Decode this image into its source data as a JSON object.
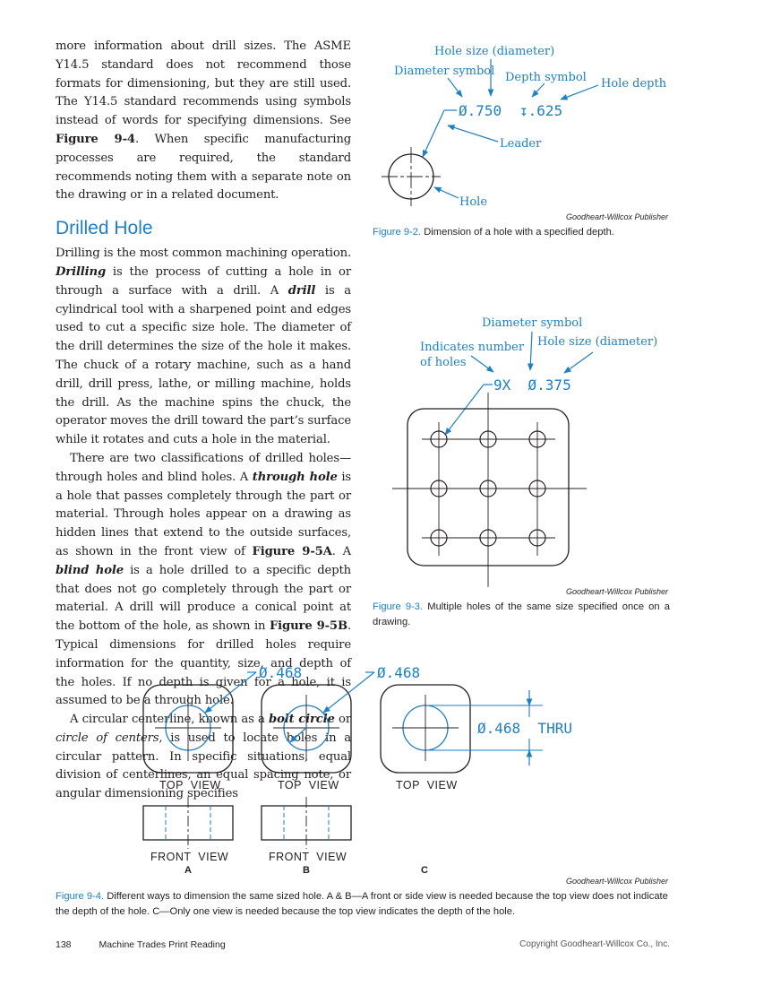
{
  "body": {
    "para1_a": "more information about drill sizes. The ASME Y14.5 standard does not recommend those formats for dimensioning, but they are still used. The Y14.5 standard recommends using symbols instead of words for specifying dimensions. See ",
    "para1_ref": "Figure 9-4",
    "para1_b": ". When specific manufacturing processes are required, the standard recommends noting them with a separate note on the drawing or in a related document.",
    "section_heading": "Drilled Hole",
    "para2_a": "Drilling is the most common machining operation. ",
    "para2_term": "Drilling",
    "para2_b": " is the process of cutting a hole in or through a surface with a drill. A ",
    "para2_term2": "drill",
    "para2_c": " is a cylindrical tool with a sharpened point and edges used to cut a specific size hole. The diameter of the drill determines the size of the hole it makes. The chuck of a rotary machine, such as a hand drill, drill press, lathe, or milling machine, holds the drill. As the machine spins the chuck, the operator moves the drill toward the part’s surface while it rotates and cuts a hole in the material.",
    "para3_a": "There are two classifications of drilled holes—through holes and blind holes. A ",
    "para3_term": "through hole",
    "para3_b": " is a hole that passes completely through the part or material. Through holes appear on a drawing as hidden lines that extend to the outside surfaces, as shown in the front view of ",
    "para3_ref1": "Figure 9-5A",
    "para3_c": ". A ",
    "para3_term2": "blind hole",
    "para3_d": " is a hole drilled to a specific depth that does not go completely through the part or material. A drill will produce a conical point at the bottom of the hole, as shown in ",
    "para3_ref2": "Figure 9-5B",
    "para3_e": ". Typical dimensions for drilled holes require information for the quantity, size, and depth of the holes. If no depth is given for a hole, it is assumed to be a through hole.",
    "para4_a": "A circular centerline, known as a ",
    "para4_term": "bolt circle",
    "para4_b": " or ",
    "para4_term2": "circle of centers",
    "para4_c": ", is used to locate holes in a circular pattern. In specific situations, equal division of centerlines, an equal spacing note, or angular dimensioning specifies"
  },
  "fig92": {
    "label_hole_size": "Hole size (diameter)",
    "label_diameter_symbol": "Diameter symbol",
    "label_depth_symbol": "Depth symbol",
    "label_hole_depth": "Hole depth",
    "dim_diameter": "Ø.750",
    "dim_depth": "↧.625",
    "label_leader": "Leader",
    "label_hole": "Hole",
    "credit": "Goodheart-Willcox Publisher",
    "caption_num": "Figure 9-2.",
    "caption_text": " Dimension of a hole with a specified depth."
  },
  "fig93": {
    "label_diameter_symbol": "Diameter symbol",
    "label_count_1": "Indicates number",
    "label_count_2": "of holes",
    "label_hole_size": "Hole size (diameter)",
    "dim_text": "9X  Ø.375",
    "credit": "Goodheart-Willcox Publisher",
    "caption_num": "Figure 9-3.",
    "caption_text": " Multiple holes of the same size specified once on a drawing."
  },
  "fig94": {
    "dim_a": "Ø.468",
    "dim_b": "Ø.468",
    "dim_c": "Ø.468  THRU",
    "top_view": "TOP  VIEW",
    "front_view": "FRONT  VIEW",
    "letter_a": "A",
    "letter_b": "B",
    "letter_c": "C",
    "credit": "Goodheart-Willcox Publisher",
    "caption_num": "Figure 9-4.",
    "caption_text": " Different ways to dimension the same sized hole. A & B—A front or side view is needed because the top view does not indicate the depth of the hole. C—Only one view is needed because the top view indicates the depth of the hole."
  },
  "footer": {
    "page_number": "138",
    "book_title": "Machine Trades Print Reading",
    "copyright": "Copyright Goodheart-Willcox Co., Inc."
  },
  "colors": {
    "accent": "#1e7fc1",
    "text": "#231f20"
  }
}
